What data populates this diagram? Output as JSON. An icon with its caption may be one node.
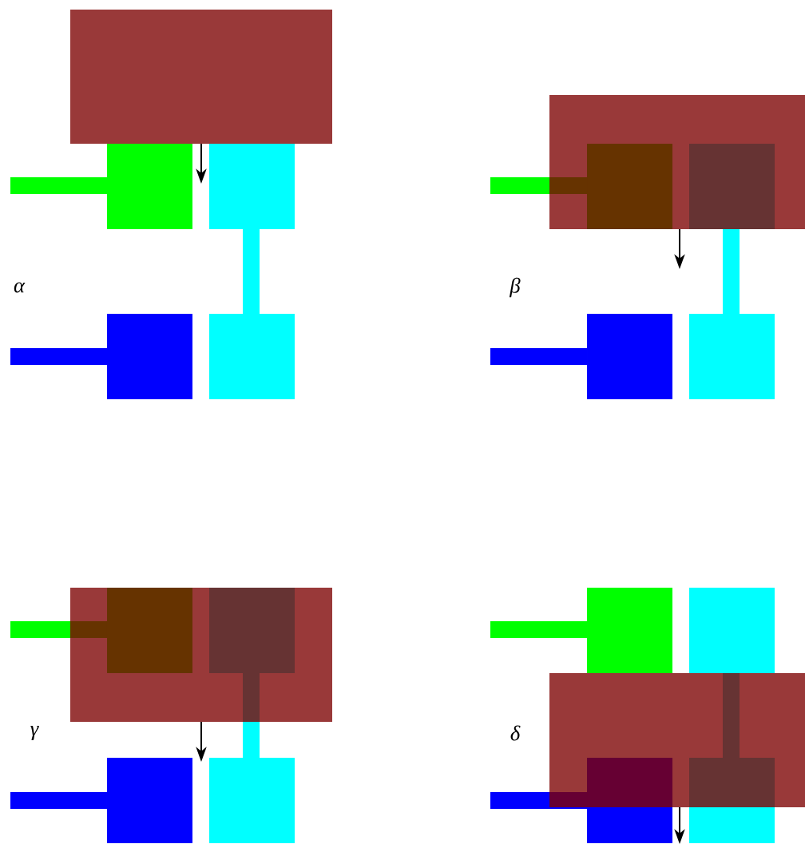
{
  "diagram": {
    "labels": [
      "α",
      "β",
      "γ",
      "δ"
    ]
  }
}
